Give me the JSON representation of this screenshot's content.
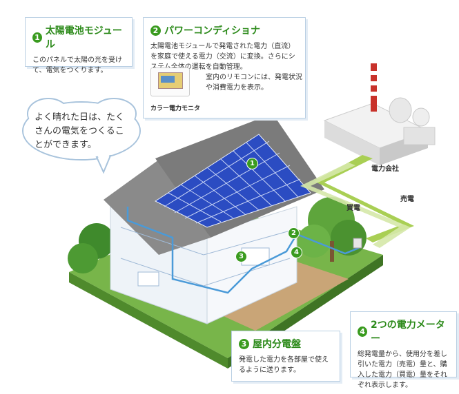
{
  "callouts": {
    "panel": {
      "num": "1",
      "title": "太陽電池モジュール",
      "body": "このパネルで太陽の光を受けて、電気をつくります。"
    },
    "conditioner": {
      "num": "2",
      "title": "パワーコンディショナ",
      "body": "太陽電池モジュールで発電された電力（直流）を家庭で使える電力（交流）に変換。さらにシステム全体の運転を自動管理。"
    },
    "distribution": {
      "num": "3",
      "title": "屋内分電盤",
      "body": "発電した電力を各部屋で使えるように送ります。"
    },
    "meters": {
      "num": "4",
      "title": "2つの電力メーター",
      "body": "総発電量から、使用分を差し引いた電力（売電）量と、購入した電力（買電）量をそれぞれ表示します。"
    }
  },
  "remote": {
    "caption": "カラー電力モニタ",
    "text": "室内のリモコンには、発電状況や消費電力を表示。"
  },
  "bubble": {
    "text": "よく晴れた日は、たくさんの電気をつくることができます。"
  },
  "labels": {
    "power_company": "電力会社",
    "sell": "売電",
    "buy": "買電"
  },
  "markers": [
    "1",
    "2",
    "3",
    "4"
  ],
  "colors": {
    "accent": "#3a9b1f",
    "panel": "#2b4cc2",
    "border": "#b9cfe3"
  }
}
